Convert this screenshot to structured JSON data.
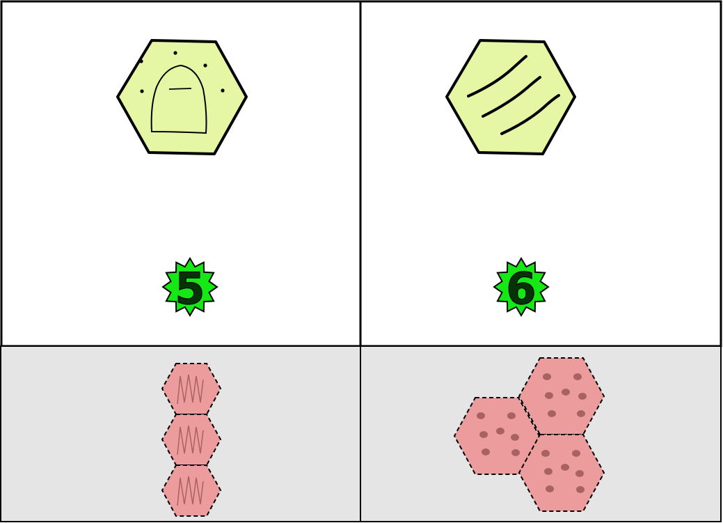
{
  "colors": {
    "card_bg": "#ffffff",
    "tray_bg": "#e5e5e5",
    "border": "#000000",
    "hex_fill": "#e5f6a4",
    "badge_fill": "#16e816",
    "badge_text": "#063306",
    "tile_fill": "#ec9c9c",
    "tile_pattern": "#a86262"
  },
  "cards": [
    {
      "badge": "5",
      "icon": "arch-glyph-icon"
    },
    {
      "badge": "6",
      "icon": "wave-lines-icon"
    }
  ],
  "trays": [
    {
      "arrangement": "vertical-stack",
      "tile_count": 3,
      "pattern": "zigzag"
    },
    {
      "arrangement": "cluster",
      "tile_count": 3,
      "pattern": "dots"
    }
  ]
}
